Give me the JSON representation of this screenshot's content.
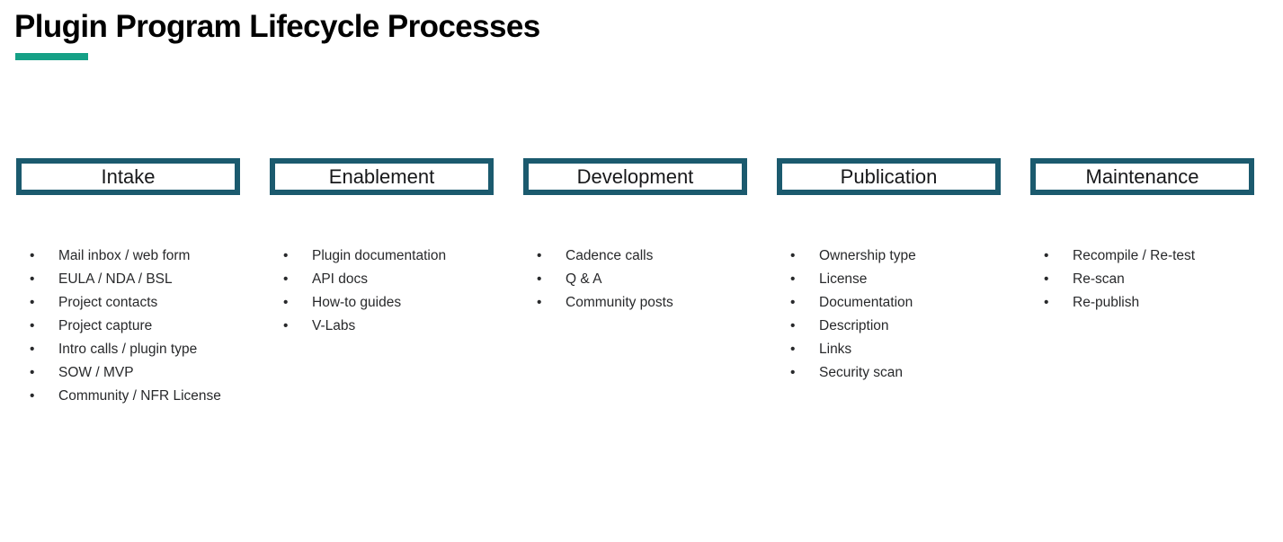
{
  "slide": {
    "title": "Plugin Program Lifecycle Processes",
    "accent_color": "#15A086",
    "border_color": "#1B5A6E",
    "background_color": "#FFFFFF",
    "text_color": "#28292B",
    "bullet_glyph": "•"
  },
  "stages": [
    {
      "name": "Intake",
      "items": [
        "Mail inbox / web form",
        "EULA / NDA / BSL",
        "Project contacts",
        "Project capture",
        "Intro calls / plugin type",
        "SOW / MVP",
        "Community / NFR License"
      ]
    },
    {
      "name": "Enablement",
      "items": [
        "Plugin documentation",
        "API docs",
        "How-to guides",
        "V-Labs"
      ]
    },
    {
      "name": "Development",
      "items": [
        "Cadence calls",
        "Q & A",
        "Community posts"
      ]
    },
    {
      "name": "Publication",
      "items": [
        "Ownership type",
        "License",
        "Documentation",
        "Description",
        "Links",
        "Security scan"
      ]
    },
    {
      "name": "Maintenance",
      "items": [
        "Recompile / Re-test",
        "Re-scan",
        "Re-publish"
      ]
    }
  ]
}
